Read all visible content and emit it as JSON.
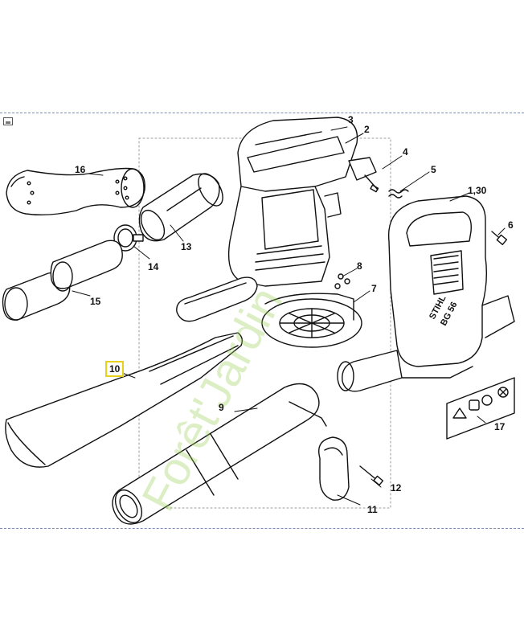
{
  "diagram": {
    "part_labels": {
      "p2": "2",
      "p3": "3",
      "p4": "4",
      "p5": "5",
      "p1_30": "1,30",
      "p6": "6",
      "p7": "7",
      "p8": "8",
      "p9": "9",
      "p10": "10",
      "p11": "11",
      "p12": "12",
      "p13": "13",
      "p14": "14",
      "p15": "15",
      "p16": "16",
      "p17": "17"
    },
    "housing_brand_text": "STIHL",
    "housing_model_text": "BG 56",
    "highlight_color": "#e6d21a",
    "watermark_text": "Forêt'Jardin"
  }
}
